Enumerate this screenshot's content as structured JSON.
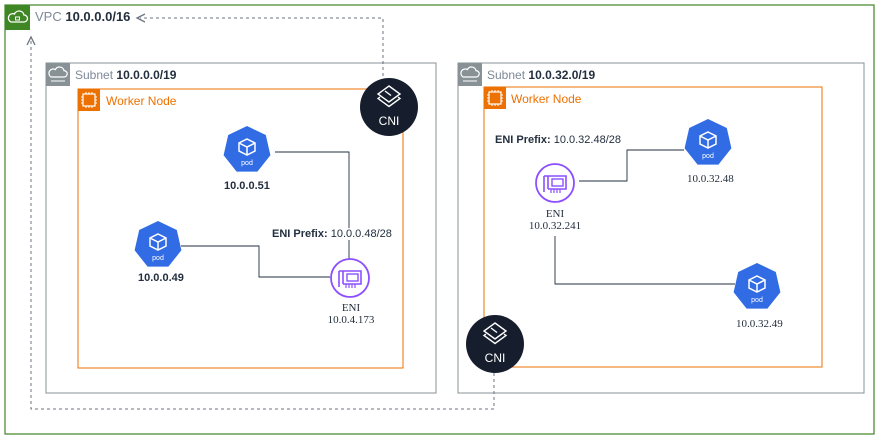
{
  "vpc": {
    "prefix": "VPC",
    "cidr": "10.0.0.0/16"
  },
  "subnets": [
    {
      "prefix": "Subnet",
      "cidr": "10.0.0.0/19"
    },
    {
      "prefix": "Subnet",
      "cidr": "10.0.32.0/19"
    }
  ],
  "worker_nodes": [
    {
      "label": "Worker Node"
    },
    {
      "label": "Worker Node"
    }
  ],
  "cni": [
    {
      "label": "CNI"
    },
    {
      "label": "CNI"
    }
  ],
  "enis": [
    {
      "label": "ENI",
      "ip": "10.0.4.173",
      "prefix_key": "ENI Prefix:",
      "prefix_value": "10.0.0.48/28"
    },
    {
      "label": "ENI",
      "ip": "10.0.32.241",
      "prefix_key": "ENI Prefix:",
      "prefix_value": "10.0.32.48/28"
    }
  ],
  "pods": [
    {
      "icon_label": "pod",
      "ip": "10.0.0.51"
    },
    {
      "icon_label": "pod",
      "ip": "10.0.0.49"
    },
    {
      "icon_label": "pod",
      "ip": "10.0.32.48"
    },
    {
      "icon_label": "pod",
      "ip": "10.0.32.49"
    }
  ],
  "colors": {
    "vpc_border": "#3f8624",
    "subnet_border": "#879196",
    "worker_border": "#ed7100",
    "pod_blue": "#326ce5",
    "eni_purple": "#8c4fff",
    "cni_dark": "#161e2d"
  },
  "icons": [
    "cloud-icon",
    "subnet-icon",
    "chip-icon",
    "pod-icon",
    "eni-card-icon",
    "cni-stack-icon"
  ]
}
